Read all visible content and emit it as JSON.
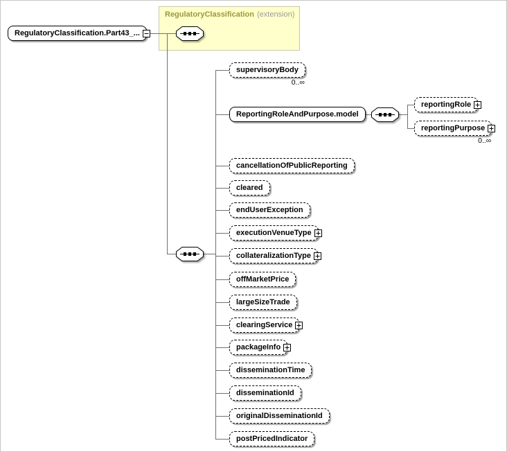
{
  "diagram": {
    "root": {
      "label": "RegulatoryClassification.Part43_..."
    },
    "extension": {
      "title": "RegulatoryClassification",
      "annotation": "(extension)"
    },
    "compositor_type": "sequence",
    "children": [
      {
        "label": "supervisoryBody",
        "optional": true,
        "occurs": "0..∞"
      },
      {
        "label": "ReportingRoleAndPurpose.model",
        "optional": false,
        "group": true
      },
      {
        "label": "cancellationOfPublicReporting",
        "optional": true
      },
      {
        "label": "cleared",
        "optional": true
      },
      {
        "label": "endUserException",
        "optional": true
      },
      {
        "label": "executionVenueType",
        "optional": true,
        "expandable": true
      },
      {
        "label": "collateralizationType",
        "optional": true,
        "expandable": true
      },
      {
        "label": "offMarketPrice",
        "optional": true
      },
      {
        "label": "largeSizeTrade",
        "optional": true
      },
      {
        "label": "clearingService",
        "optional": true,
        "expandable": true
      },
      {
        "label": "packageInfo",
        "optional": true,
        "expandable": true
      },
      {
        "label": "disseminationTime",
        "optional": true
      },
      {
        "label": "disseminationId",
        "optional": true
      },
      {
        "label": "originalDisseminationId",
        "optional": true
      },
      {
        "label": "postPricedIndicator",
        "optional": true
      }
    ],
    "model_children": [
      {
        "label": "reportingRole",
        "optional": true,
        "expandable": true
      },
      {
        "label": "reportingPurpose",
        "optional": true,
        "expandable": true,
        "occurs": "0..∞"
      }
    ]
  }
}
